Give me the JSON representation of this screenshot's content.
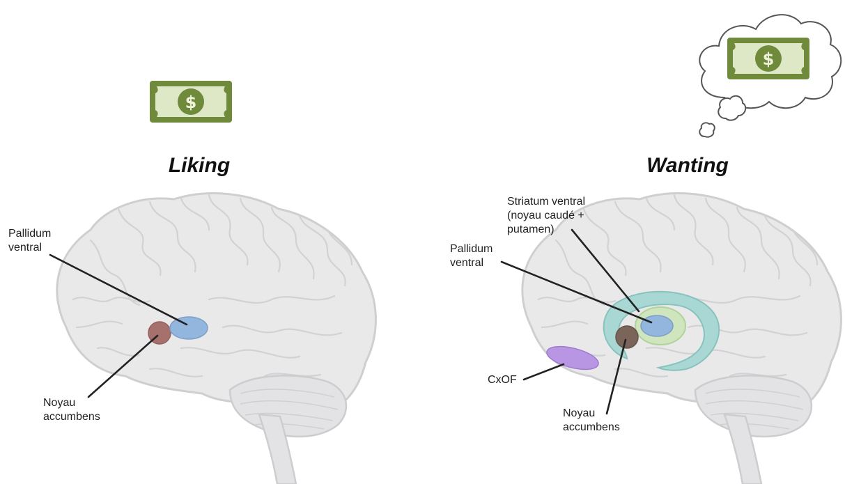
{
  "panels": {
    "liking": {
      "title": "Liking",
      "labels": {
        "pallidum": [
          "Pallidum",
          "ventral"
        ],
        "accumbens": [
          "Noyau",
          "accumbens"
        ]
      }
    },
    "wanting": {
      "title": "Wanting",
      "labels": {
        "striatum": [
          "Striatum ventral",
          "(noyau caudé +",
          "putamen)"
        ],
        "pallidum": [
          "Pallidum",
          "ventral"
        ],
        "cxof": "CxOF",
        "accumbens": [
          "Noyau",
          "accumbens"
        ]
      }
    }
  },
  "colors": {
    "banknote_green": "#6f8a3a",
    "banknote_inner": "#dfe8c6",
    "pallidum_blue": "#93b6df",
    "accumbens_red": "#a6706c",
    "accumbens_brown": "#7b655a",
    "striatum_teal": "#a9d8d4",
    "striatum_green": "#cfe5bd",
    "cxof_purple": "#b896e4",
    "brain_fill": "#e9e9ea",
    "brain_line": "#cfcfd2"
  }
}
